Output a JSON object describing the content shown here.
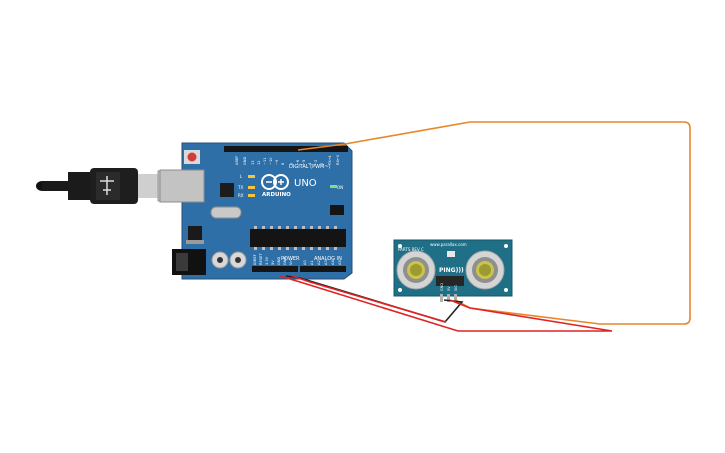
{
  "board": {
    "logo": "ARDUINO",
    "model": "UNO",
    "on_label": "ON",
    "digital_header": "DIGITAL (PWM~)",
    "power_header": "POWER",
    "analog_header": "ANALOG IN",
    "led_l": "L",
    "led_tx": "TX",
    "led_rx": "RX",
    "aref": "AREF",
    "gnd": "GND",
    "digital_pins": [
      "13",
      "12",
      "~11",
      "~10",
      "~9",
      "8",
      "7",
      "~6",
      "~5",
      "4",
      "~3",
      "2",
      "TX→1",
      "RX←0"
    ],
    "power_pins": [
      "IOREF",
      "RESET",
      "3.3V",
      "5V",
      "GND",
      "GND",
      "Vin"
    ],
    "analog_pins": [
      "A0",
      "A1",
      "A2",
      "A3",
      "A4",
      "A5"
    ]
  },
  "sensor": {
    "name": "PING)))",
    "brand": "www.parallax.com",
    "rev": "PARTS\nREV C",
    "pins": [
      "GND",
      "5V",
      "SIG"
    ]
  },
  "colors": {
    "board": "#2f6fa7",
    "sensor_board": "#1f6f86",
    "wire_signal": "#e8862a",
    "wire_power": "#e02424",
    "wire_ground": "#222222"
  },
  "icons": {
    "usb": "usb-cable-icon",
    "barrel": "power-jack-icon"
  }
}
